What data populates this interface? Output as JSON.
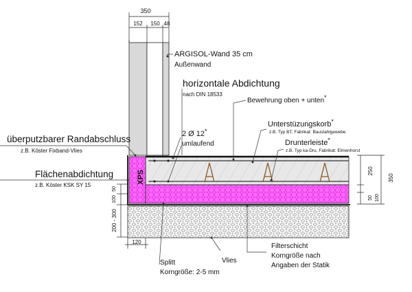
{
  "dimensions": {
    "top_total": "350",
    "top_parts": [
      "152",
      "150",
      "48"
    ],
    "right_slab": "250",
    "right_total": "350",
    "right_small": "50",
    "right_small2": "100",
    "left_stack": [
      "50",
      "100"
    ],
    "left_base": "200 - 300",
    "bottom": "120"
  },
  "labels": {
    "wall_title": "ARGISOL-Wand 35 cm",
    "wall_sub": "Außenwand",
    "seal_title": "horizontale Abdichtung",
    "seal_sub": "nach DIN 18533",
    "reinforcement": "Bewehrung oben + unten",
    "reinforcement_star": "*",
    "support_title": "Unterstüzungskorb",
    "support_star": "*",
    "support_sub": "z.B. Typ BT, Fabrikat: Baustahlgewebe",
    "lower_title": "Drunterleiste",
    "lower_star": "*",
    "lower_sub": "z.B. Typ ka-Dru, Fabrikat: Elmenhorst",
    "rebar_title": "2 Ø 12",
    "rebar_star": "*",
    "rebar_sub": "umlaufend",
    "edge_title": "überputzbarer Randabschluss",
    "edge_sub": "z.B. Köster Fixband-Vlies",
    "surface_title": "Flächenabdichtung",
    "surface_sub": "z.B. Köster KSK SY 15",
    "xps": "XPS",
    "filter_l1": "Filterschicht",
    "filter_l2": "Korngröße nach",
    "filter_l3": "Angaben der Statik",
    "fleece": "Vlies",
    "split_l1": "Splitt",
    "split_l2": "Korngröße: 2-5 mm"
  },
  "colors": {
    "insulation": "#ff66ff",
    "concrete": "#e6e6e6",
    "wall": "#d9d9d9"
  }
}
